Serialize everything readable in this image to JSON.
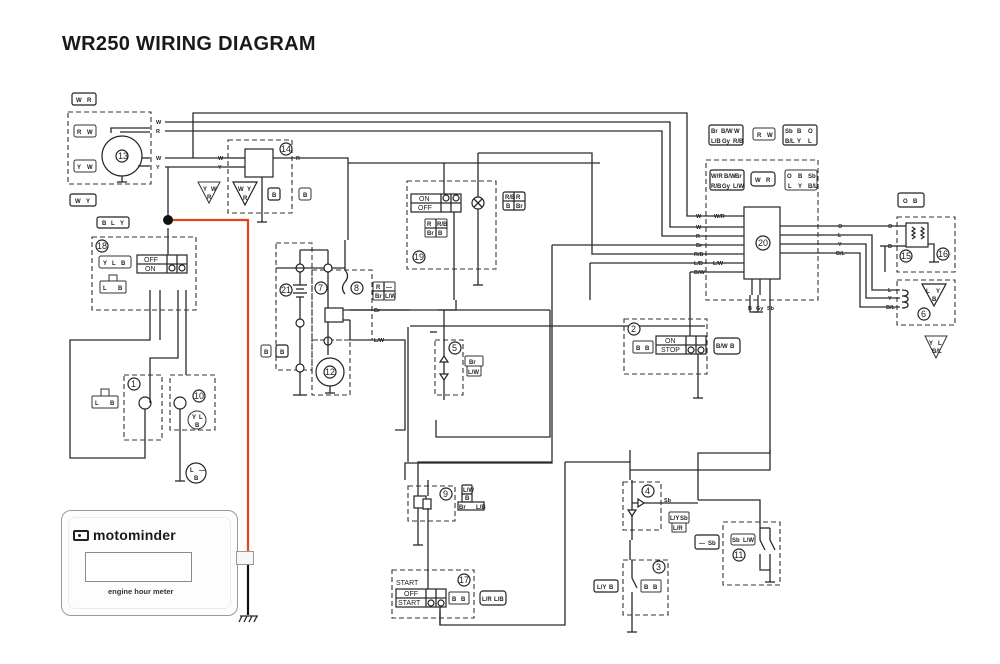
{
  "title": "WR250 WIRING DIAGRAM",
  "meter": {
    "brand": "motominder",
    "subtitle": "engine hour meter",
    "brand_icon": "display-icon",
    "ground_icon": "ground-icon",
    "wire_colors": {
      "hot": "#e2451c",
      "ground": "#111111"
    }
  },
  "components": [
    {
      "id": "1",
      "label": "1"
    },
    {
      "id": "2",
      "label": "2"
    },
    {
      "id": "3",
      "label": "3"
    },
    {
      "id": "4",
      "label": "4"
    },
    {
      "id": "5",
      "label": "5"
    },
    {
      "id": "6",
      "label": "6"
    },
    {
      "id": "7",
      "label": "7"
    },
    {
      "id": "8",
      "label": "8"
    },
    {
      "id": "9",
      "label": "9"
    },
    {
      "id": "10",
      "label": "10"
    },
    {
      "id": "11",
      "label": "11"
    },
    {
      "id": "12",
      "label": "12"
    },
    {
      "id": "13",
      "label": "13"
    },
    {
      "id": "14",
      "label": "14"
    },
    {
      "id": "15",
      "label": "15"
    },
    {
      "id": "16",
      "label": "16"
    },
    {
      "id": "17",
      "label": "17"
    },
    {
      "id": "18",
      "label": "18"
    },
    {
      "id": "19",
      "label": "19"
    },
    {
      "id": "20",
      "label": "20"
    },
    {
      "id": "21",
      "label": "21"
    }
  ],
  "switches": {
    "s18": {
      "off": "OFF",
      "on": "ON"
    },
    "s19": {
      "on": "ON",
      "off": "OFF"
    },
    "s2": {
      "on": "ON",
      "stop": "STOP"
    },
    "s17": {
      "header": "START",
      "off": "OFF",
      "start": "START"
    }
  },
  "wire_labels": {
    "W": "W",
    "R": "R",
    "Y": "Y",
    "Br": "Br",
    "LW": "L/W",
    "WR": "W/R",
    "RB": "R/B",
    "LB": "L/B",
    "BW": "B/W",
    "O": "O",
    "L": "L",
    "Bl": "B/L",
    "B": "B",
    "Gy": "Gy",
    "Sb": "Sb"
  },
  "connectors": {
    "c13_top": [
      "W",
      "R"
    ],
    "c13_a": [
      "R",
      "W"
    ],
    "c13_b": [
      "Y",
      "W"
    ],
    "c13_c": [
      "W",
      "Y"
    ],
    "c14_a": [
      "Y",
      "W",
      "R"
    ],
    "c14_b": [
      "W",
      "Y",
      "R"
    ],
    "c14_c": [
      "B"
    ],
    "c14_d": [
      "B"
    ],
    "c18_top": [
      "B",
      "L",
      "Y"
    ],
    "c18_a": [
      "Y",
      "L",
      "B"
    ],
    "c18_b": [
      "L",
      "B",
      "—"
    ],
    "c19": [
      "R/B",
      "R",
      "B",
      "Br"
    ],
    "c8": [
      "R",
      "—",
      "Br",
      "L/W"
    ],
    "c5": [
      "Br",
      "L/W"
    ],
    "c21_a": [
      "B"
    ],
    "c21_b": [
      "B"
    ],
    "c20_top_a": [
      "Br",
      "B/W",
      "W",
      "L/B",
      "Gy",
      "R/B"
    ],
    "c20_top_b": [
      "R",
      "W"
    ],
    "c20_top_c": [
      "Sb",
      "B",
      "O",
      "B/L",
      "Y",
      "L"
    ],
    "c20_a": [
      "W/R",
      "B/W",
      "Br",
      "R/B",
      "Gy",
      "L/W"
    ],
    "c20_b": [
      "W",
      "R"
    ],
    "c20_c": [
      "O",
      "B",
      "Sb",
      "L",
      "Y",
      "B/L"
    ],
    "c15": [
      "O",
      "B"
    ],
    "c6_a": [
      "L",
      "Y",
      "B"
    ],
    "c6_b": [
      "Y",
      "L",
      "B/L"
    ],
    "c2_a": [
      "B",
      "B"
    ],
    "c2_b": [
      "B/W",
      "B"
    ],
    "c1": [
      "L",
      "B",
      "—"
    ],
    "c10_a": [
      "Y",
      "L",
      "B"
    ],
    "c10_b": [
      "L",
      "—",
      "B"
    ],
    "c9": [
      "L/W",
      "B",
      "Br",
      "L/B"
    ],
    "c17_a": [
      "B",
      "B"
    ],
    "c17_b": [
      "L/R",
      "L/B"
    ],
    "c4": [
      "L/Y",
      "Sb",
      "L/R"
    ],
    "c11_a": [
      "—",
      "Sb"
    ],
    "c11_b": [
      "Sb",
      "L/W"
    ],
    "c3_a": [
      "L/Y",
      "B"
    ],
    "c3_b": [
      "B",
      "B"
    ]
  }
}
